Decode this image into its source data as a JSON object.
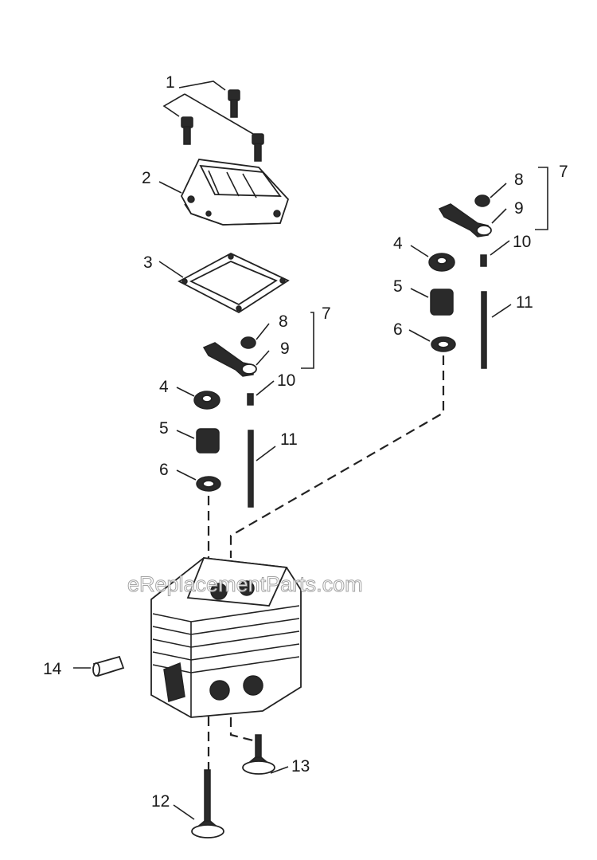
{
  "watermark": "eReplacementParts.com",
  "callouts": {
    "c1": "1",
    "c2": "2",
    "c3": "3",
    "c4a": "4",
    "c5a": "5",
    "c6a": "6",
    "c7a": "7",
    "c8a": "8",
    "c9a": "9",
    "c10a": "10",
    "c11a": "11",
    "c4b": "4",
    "c5b": "5",
    "c6b": "6",
    "c7b": "7",
    "c8b": "8",
    "c9b": "9",
    "c10b": "10",
    "c11b": "11",
    "c12": "12",
    "c13": "13",
    "c14": "14"
  },
  "parts": {
    "p1": "bolt-icon",
    "p2": "valve-cover-icon",
    "p3": "gasket-icon",
    "p4": "spring-retainer-icon",
    "p5": "valve-spring-icon",
    "p6": "spring-seat-icon",
    "p7": "rocker-arm-assembly-icon",
    "p8": "nut-icon",
    "p9": "rocker-arm-icon",
    "p10": "pivot-icon",
    "p11": "push-rod-icon",
    "p12": "intake-valve-icon",
    "p13": "exhaust-valve-icon",
    "p14": "dowel-pin-icon"
  },
  "colors": {
    "ink": "#222222",
    "background": "#ffffff"
  }
}
